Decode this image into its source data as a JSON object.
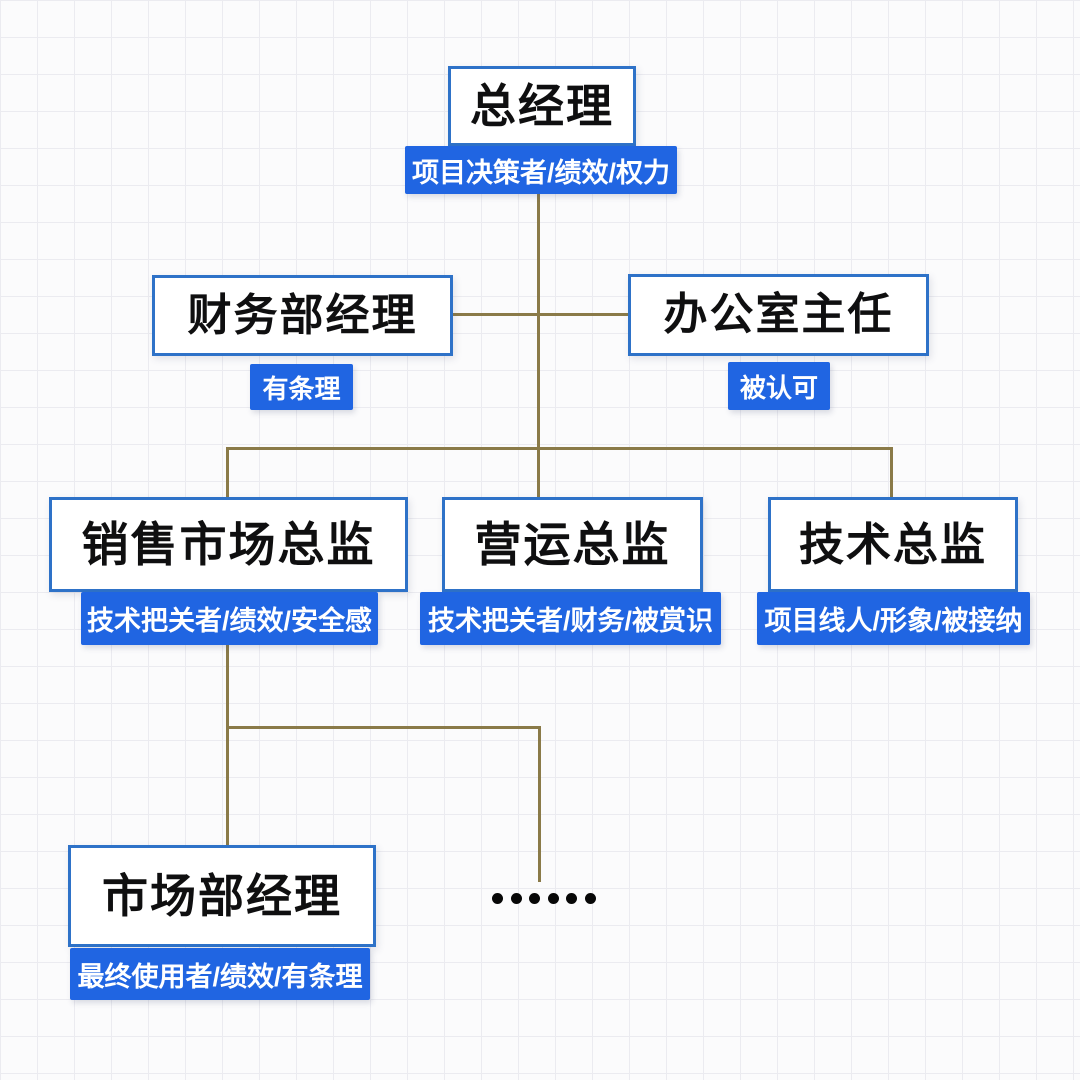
{
  "diagram": {
    "type": "org-chart",
    "ellipsis": "……",
    "colors": {
      "tagline_bg": "#2065e2",
      "tagline_text": "#ffffff",
      "node_border": "#2e72c8",
      "node_bg": "#ffffff",
      "node_title_text": "#0f0f10",
      "connector": "#8a7a48",
      "background": "#fbfbfc",
      "grid_line": "#ebebf0"
    },
    "nodes": [
      {
        "id": "gm",
        "title": "总经理",
        "tagline": "项目决策者/绩效/权力",
        "parent": null
      },
      {
        "id": "finance",
        "title": "财务部经理",
        "tagline": "有条理",
        "parent": "gm"
      },
      {
        "id": "office",
        "title": "办公室主任",
        "tagline": "被认可",
        "parent": "gm"
      },
      {
        "id": "sales",
        "title": "销售市场总监",
        "tagline": "技术把关者/绩效/安全感",
        "parent": "gm"
      },
      {
        "id": "ops",
        "title": "营运总监",
        "tagline": "技术把关者/财务/被赏识",
        "parent": "gm"
      },
      {
        "id": "tech",
        "title": "技术总监",
        "tagline": "项目线人/形象/被接纳",
        "parent": "gm"
      },
      {
        "id": "market",
        "title": "市场部经理",
        "tagline": "最终使用者/绩效/有条理",
        "parent": "sales"
      }
    ]
  }
}
